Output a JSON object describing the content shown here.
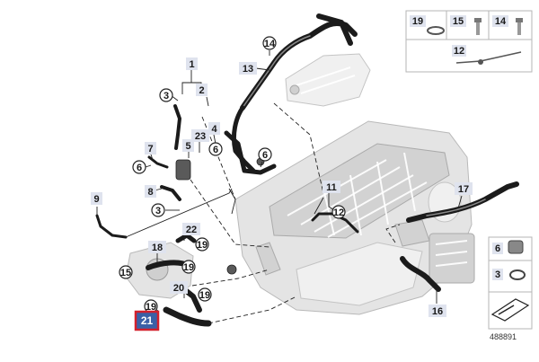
{
  "diagram": {
    "doc_number": "488891",
    "callouts": {
      "c1": "1",
      "c2": "2",
      "c3a": "3",
      "c3b": "3",
      "c3c": "3",
      "c4": "4",
      "c5": "5",
      "c6a": "6",
      "c6b": "6",
      "c6c": "6",
      "c7": "7",
      "c8": "8",
      "c9": "9",
      "c11": "11",
      "c12a": "12",
      "c12b": "12",
      "c13": "13",
      "c14a": "14",
      "c14b": "14",
      "c15a": "15",
      "c15b": "15",
      "c16": "16",
      "c17": "17",
      "c18": "18",
      "c19a": "19",
      "c19b": "19",
      "c19c": "19",
      "c19d": "19",
      "c19e": "19",
      "c20": "20",
      "c21": "21",
      "c22": "22",
      "c23": "23"
    },
    "selected_part": "21"
  }
}
